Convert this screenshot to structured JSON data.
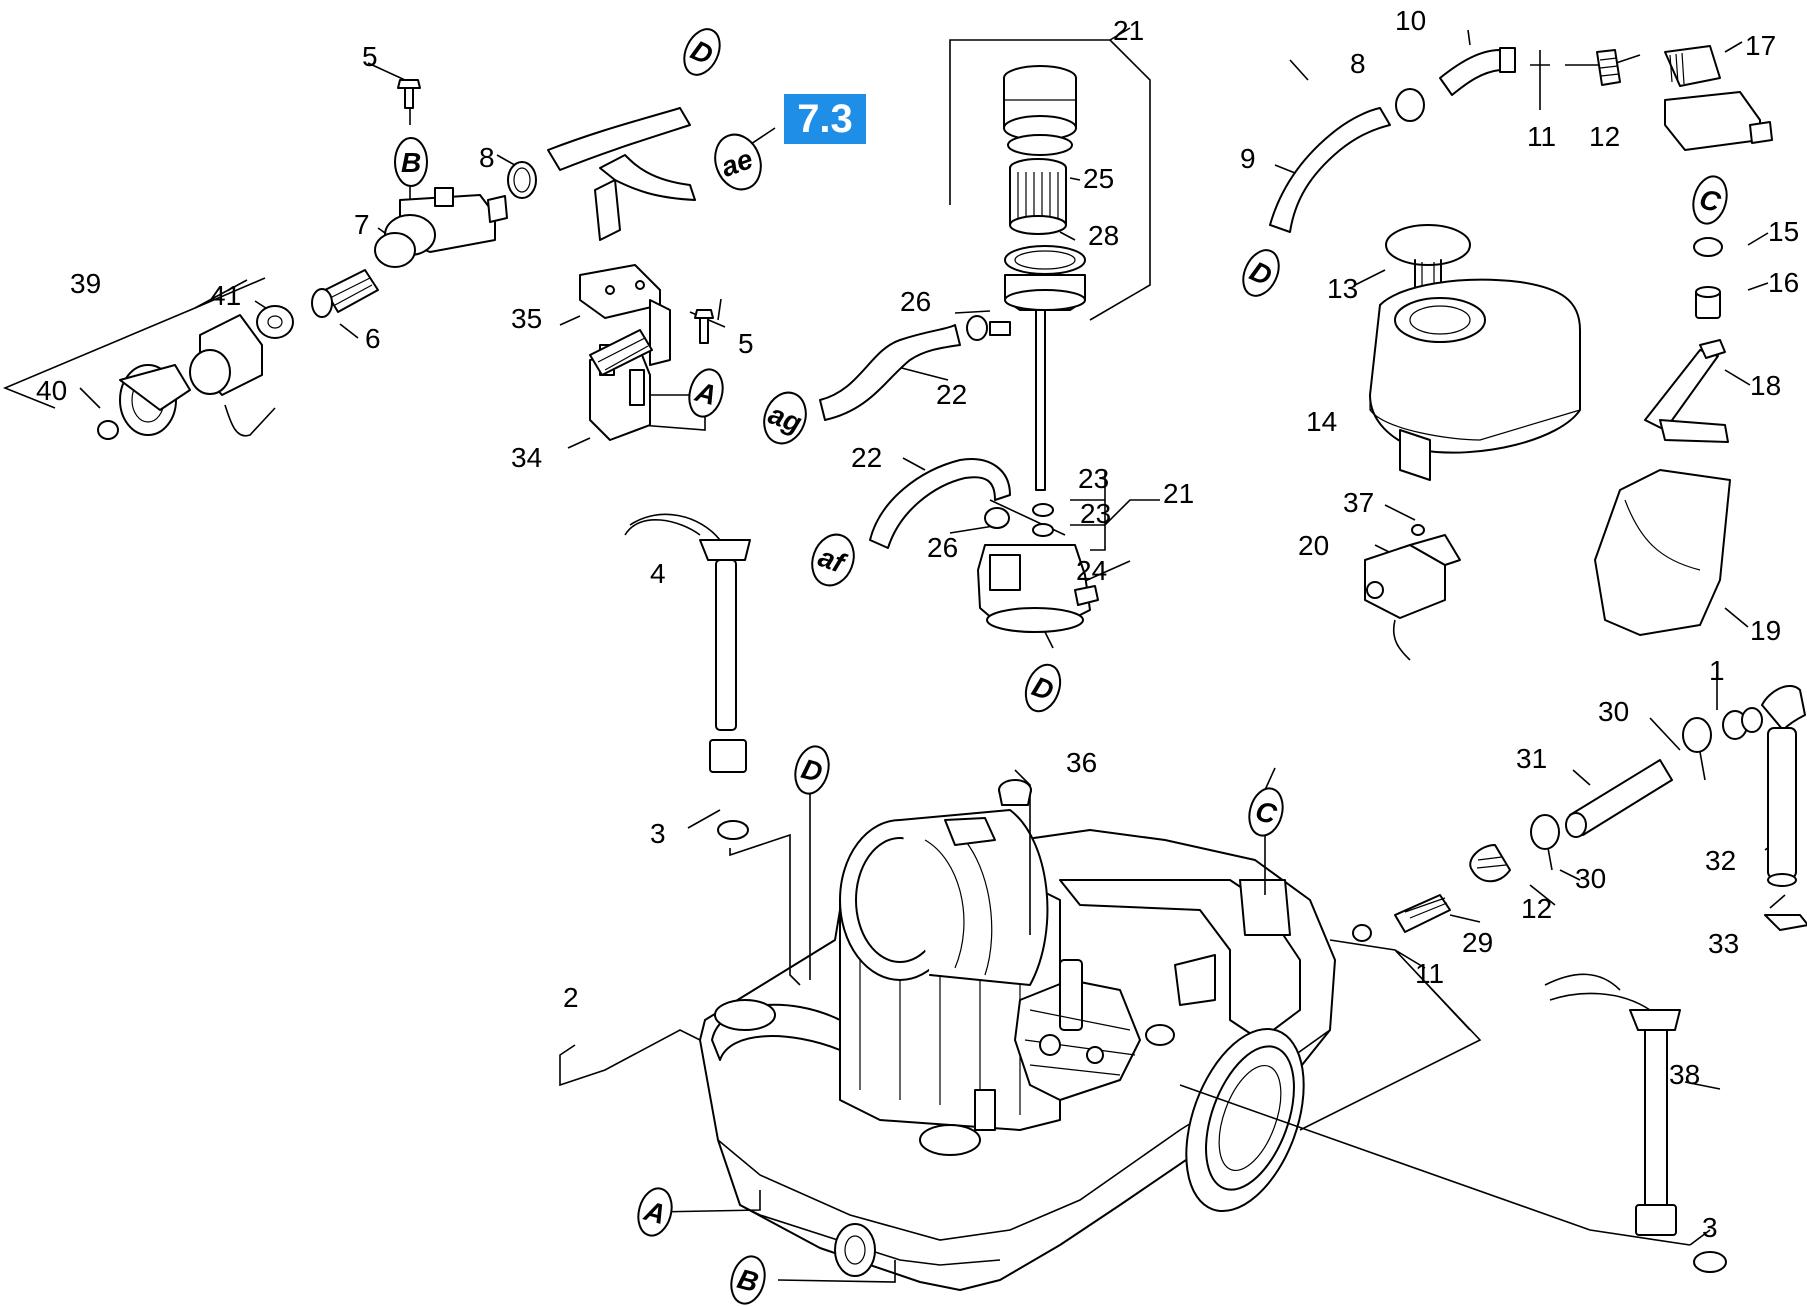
{
  "reference_badge": {
    "label": "7.3",
    "color": "#1e8ee6"
  },
  "callouts": {
    "n1": "1",
    "n2": "2",
    "n3a": "3",
    "n3b": "3",
    "n4": "4",
    "n5a": "5",
    "n5b": "5",
    "n6": "6",
    "n7": "7",
    "n8a": "8",
    "n8b": "8",
    "n9": "9",
    "n10": "10",
    "n11a": "11",
    "n11b": "11",
    "n12a": "12",
    "n12b": "12",
    "n13": "13",
    "n14": "14",
    "n15": "15",
    "n16": "16",
    "n17": "17",
    "n18": "18",
    "n19": "19",
    "n20": "20",
    "n21a": "21",
    "n21b": "21",
    "n22a": "22",
    "n22b": "22",
    "n23a": "23",
    "n23b": "23",
    "n24": "24",
    "n25": "25",
    "n26a": "26",
    "n26b": "26",
    "n28": "28",
    "n29": "29",
    "n30a": "30",
    "n30b": "30",
    "n31": "31",
    "n32": "32",
    "n33": "33",
    "n34": "34",
    "n35": "35",
    "n36": "36",
    "n37": "37",
    "n38": "38",
    "n39": "39",
    "n40": "40",
    "n41": "41"
  },
  "connectors": {
    "A1": "A",
    "A2": "A",
    "B1": "B",
    "B2": "B",
    "C1": "C",
    "C2": "C",
    "D1": "D",
    "D2": "D",
    "D3": "D",
    "D4": "D",
    "ae": "ae",
    "af": "af",
    "ag": "ag"
  }
}
